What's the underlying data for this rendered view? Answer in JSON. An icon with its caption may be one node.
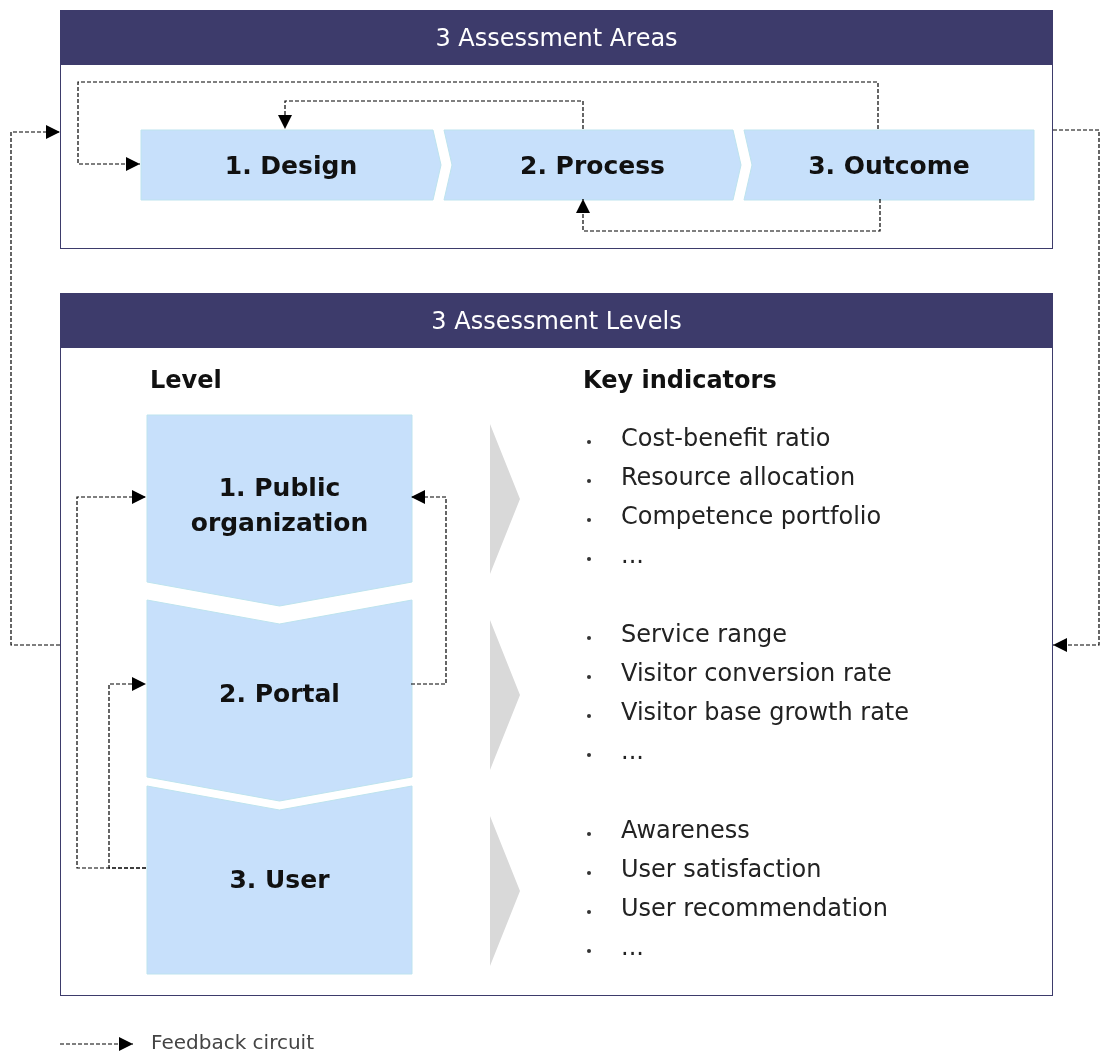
{
  "diagram": {
    "nodes": [
      {
        "text": [
          "3 Assessment Areas"
        ]
      },
      {
        "text": [
          "1. Design"
        ],
        "in": 0
      },
      {
        "text": [
          "2. Process"
        ],
        "in": 0
      },
      {
        "text": [
          "3. Outcome"
        ],
        "in": 0
      },
      {
        "text": [
          "3 Assessment Levels"
        ]
      },
      {
        "text": [
          "1. Public organization"
        ],
        "in": 4
      },
      {
        "text": [
          "2. Portal"
        ],
        "in": 4
      },
      {
        "text": [
          "3. User"
        ],
        "in": 4
      }
    ],
    "edges": [
      {
        "from": 3,
        "to": 1,
        "arrow": "to",
        "style": "dashed"
      },
      {
        "from": 2,
        "to": 1,
        "arrow": "to",
        "style": "dashed"
      },
      {
        "from": 3,
        "to": 2,
        "arrow": "to",
        "style": "dashed"
      },
      {
        "from": 4,
        "to": 0,
        "arrow": "to",
        "style": "dashed"
      },
      {
        "from": 0,
        "to": 4,
        "arrow": "to",
        "style": "dashed"
      },
      {
        "from": 7,
        "to": 5,
        "arrow": "to",
        "style": "dashed"
      },
      {
        "from": 7,
        "to": 6,
        "arrow": "to",
        "style": "dashed"
      },
      {
        "from": 6,
        "to": 5,
        "arrow": "to",
        "style": "dashed"
      }
    ],
    "labels": [
      "Level",
      "Key indicators",
      "Cost-benefit ratio",
      "Resource allocation",
      "Competence portfolio",
      "...",
      "Service range",
      "Visitor conversion rate",
      "Visitor base growth rate",
      "...",
      "Awareness",
      "User satisfaction",
      "User recommendation",
      "..."
    ],
    "legend": [
      {
        "text": "Feedback circuit"
      }
    ]
  }
}
